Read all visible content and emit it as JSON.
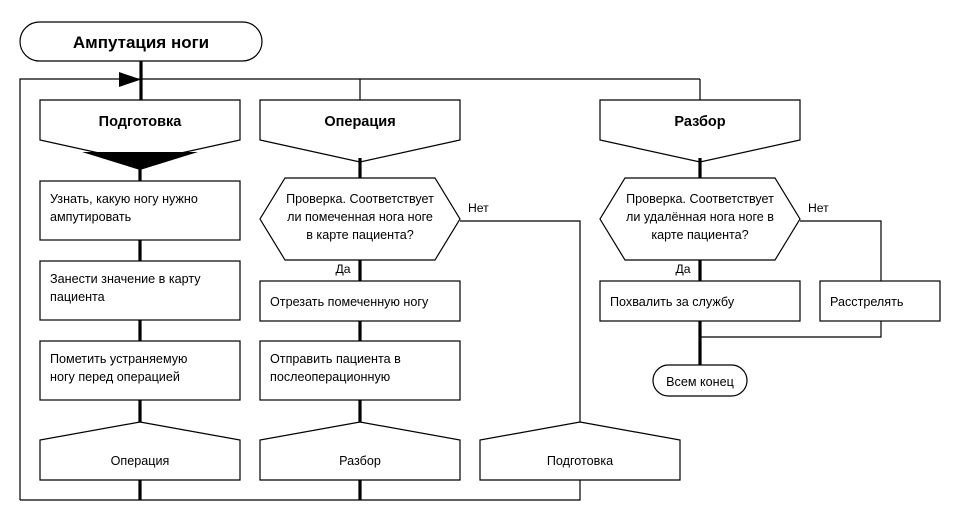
{
  "diagram": {
    "title": "Ампутация ноги",
    "terminator_end": "Всем конец",
    "phases": {
      "preparation": "Подготовка",
      "operation": "Операция",
      "review": "Разбор"
    },
    "edge_labels": {
      "yes": "Да",
      "no": "Нет"
    },
    "columns": [
      {
        "header": "Подготовка",
        "steps": [
          "Узнать, какую ногу нужно ампутировать",
          "Занести значение в карту пациента",
          "Пометить устраняемую ногу перед операцией"
        ],
        "footer": "Операция"
      },
      {
        "header": "Операция",
        "decision": "Проверка. Соответствует ли помеченная нога ноге в карте пациента?",
        "decision_lines": [
          "Проверка. Соответствует",
          "ли помеченная нога ноге",
          "в карте пациента?"
        ],
        "yes_label": "Да",
        "no_label": "Нет",
        "steps": [
          "Отрезать помеченную ногу",
          "Отправить пациента в послеоперационную"
        ],
        "footer": "Разбор"
      },
      {
        "header": "Разбор",
        "decision": "Проверка. Соответствует ли удалённая нога ноге в карте пациента?",
        "decision_lines": [
          "Проверка. Соответствует",
          "ли удалённая нога ноге в",
          "карте пациента?"
        ],
        "yes_label": "Да",
        "no_label": "Нет",
        "steps": [
          "Похвалить за службу"
        ],
        "alt_step": "Расстрелять",
        "end": "Всем конец"
      },
      {
        "footer": "Подготовка"
      }
    ],
    "step_lines": {
      "c1s1": [
        "Узнать, какую ногу нужно",
        "ампутировать"
      ],
      "c1s2": [
        "Занести значение в карту",
        "пациента"
      ],
      "c1s3": [
        "Пометить устраняемую",
        "ногу перед операцией"
      ],
      "c2s1": [
        "Отрезать помеченную ногу"
      ],
      "c2s2": [
        "Отправить пациента в",
        "послеоперационную"
      ],
      "c3s1": [
        "Похвалить за службу"
      ],
      "c3alt": [
        "Расстрелять"
      ]
    },
    "colors": {
      "stroke": "#000000",
      "fill": "#ffffff",
      "text": "#000000"
    }
  }
}
